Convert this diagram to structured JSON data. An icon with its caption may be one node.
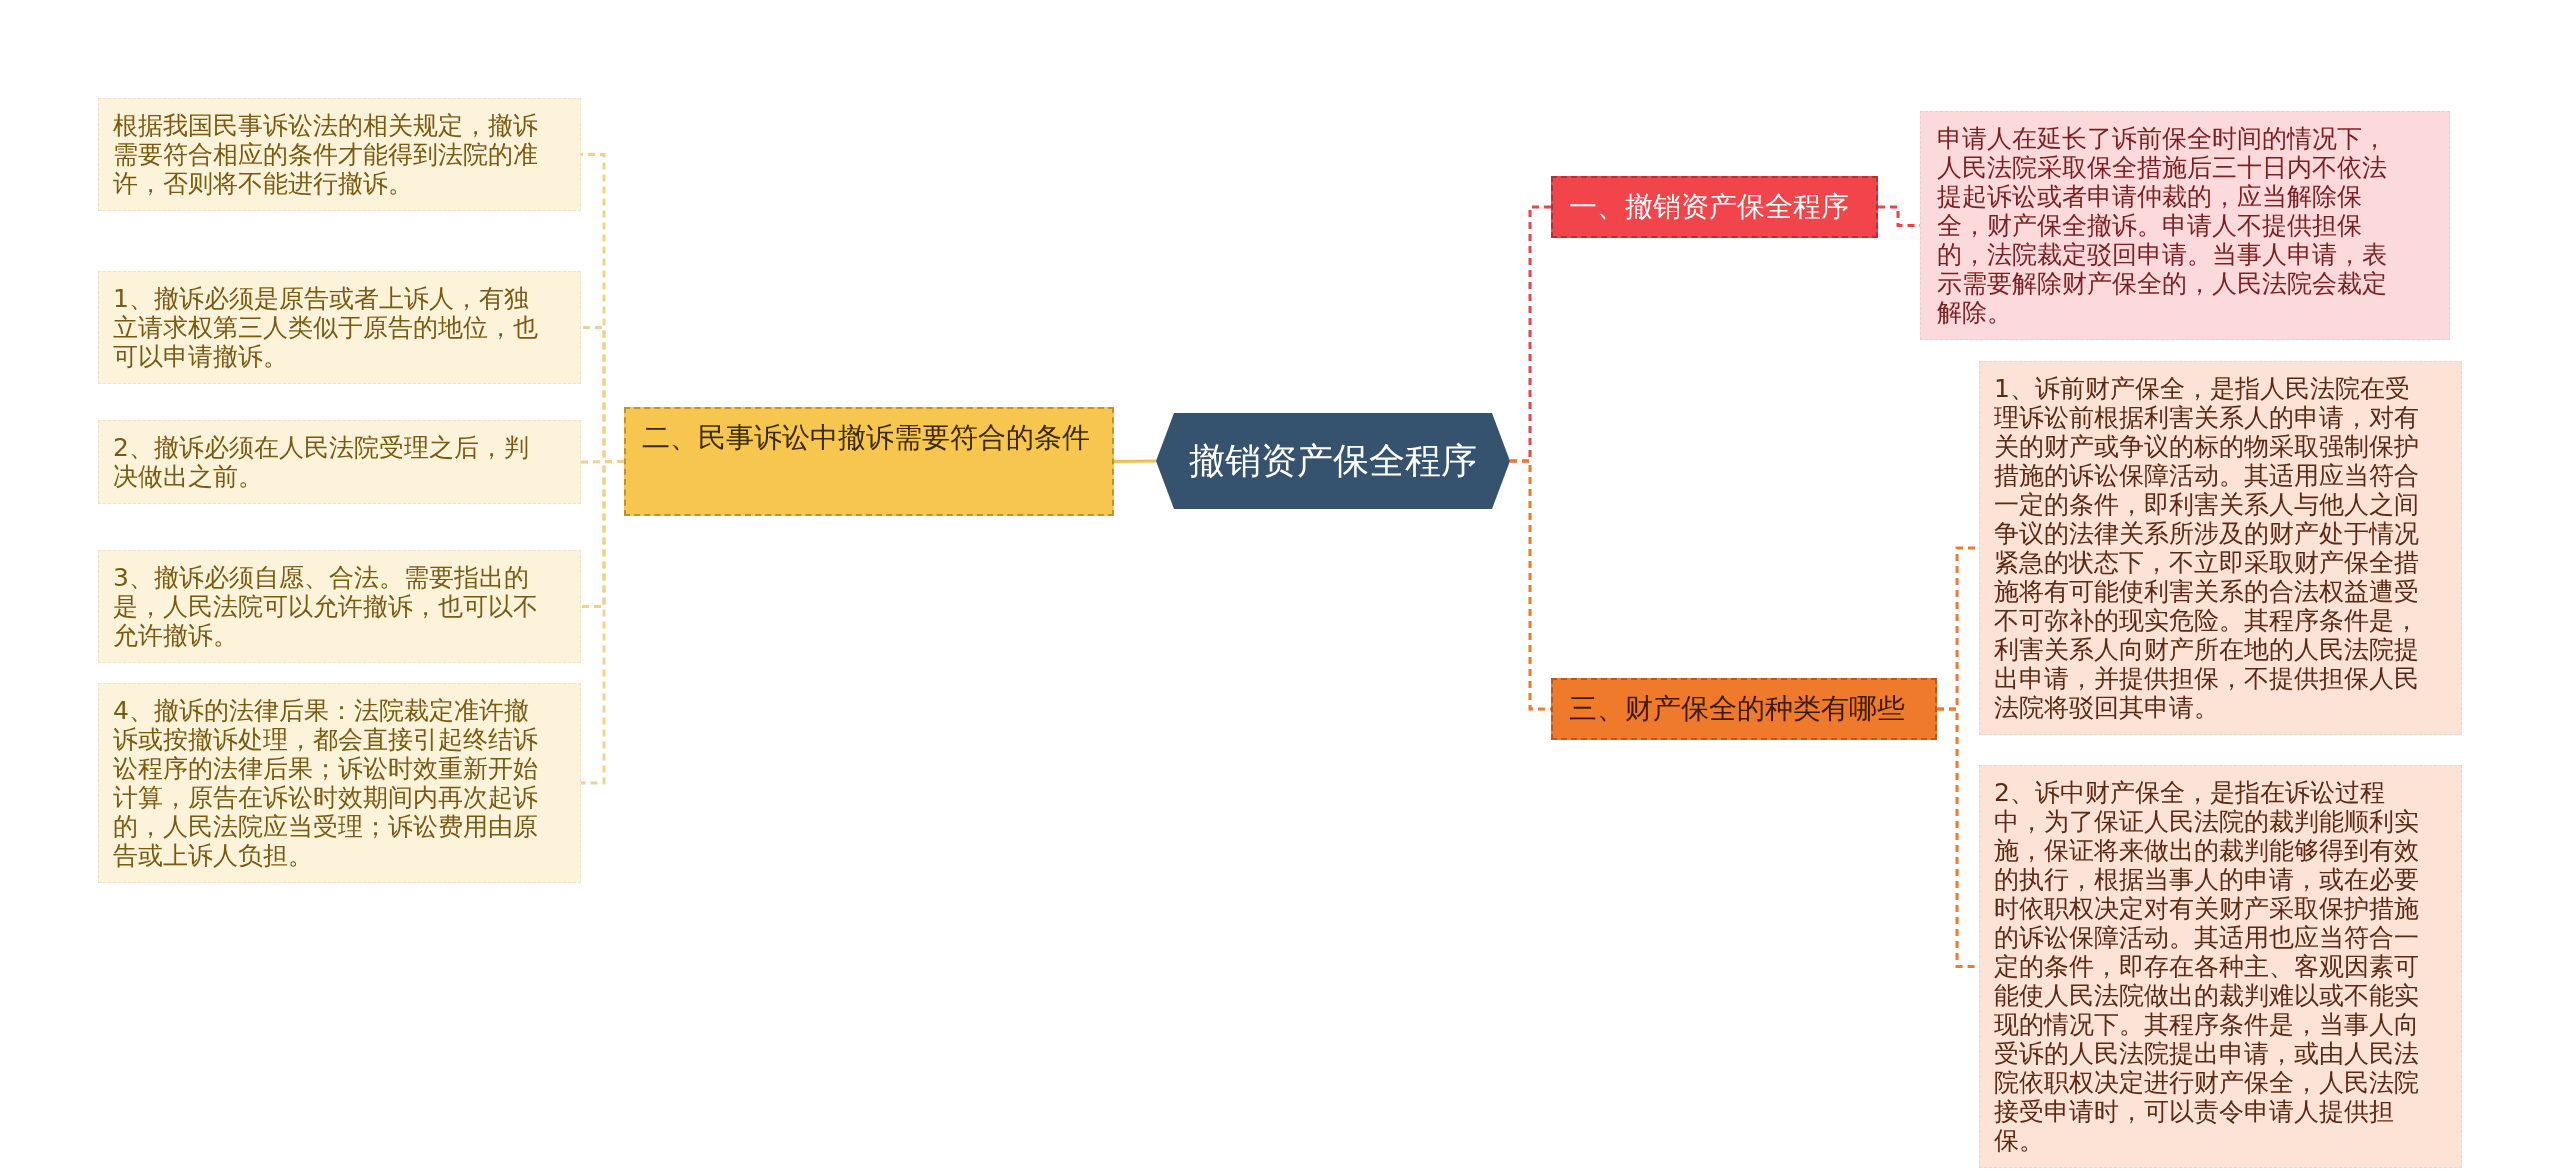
{
  "diagram": {
    "nodes": [
      {
        "text": [
          "撤销资产保全程序"
        ]
      },
      {
        "text": [
          "二、民事诉讼中撤诉需要符合的条件"
        ]
      },
      {
        "text": [
          "根据我国民事诉讼法的相关规定，撤诉需要符合相应的条件才能得到法院的准许，否则将不能进行撤诉。"
        ]
      },
      {
        "text": [
          "1、撤诉必须是原告或者上诉人，有独立请求权第三人类似于原告的地位，也可以申请撤诉。"
        ]
      },
      {
        "text": [
          "2、撤诉必须在人民法院受理之后，判决做出之前。"
        ]
      },
      {
        "text": [
          "3、撤诉必须自愿、合法。需要指出的是，人民法院可以允许撤诉，也可以不允许撤诉。"
        ]
      },
      {
        "text": [
          "4、撤诉的法律后果：法院裁定准许撤诉或按撤诉处理，都会直接引起终结诉讼程序的法律后果；诉讼时效重新开始计算，原告在诉讼时效期间内再次起诉的，人民法院应当受理；诉讼费用由原告或上诉人负担。"
        ]
      },
      {
        "text": [
          "一、撤销资产保全程序"
        ]
      },
      {
        "text": [
          "申请人在延长了诉前保全时间的情况下，人民法院采取保全措施后三十日内不依法提起诉讼或者申请仲裁的，应当解除保全，财产保全撤诉。申请人不提供担保的，法院裁定驳回申请。当事人申请，表示需要解除财产保全的，人民法院会裁定解除。"
        ]
      },
      {
        "text": [
          "三、财产保全的种类有哪些"
        ]
      },
      {
        "text": [
          "1、诉前财产保全，是指人民法院在受理诉讼前根据利害关系人的申请，对有关的财产或争议的标的物采取强制保护措施的诉讼保障活动。其适用应当符合一定的条件，即利害关系人与他人之间争议的法律关系所涉及的财产处于情况紧急的状态下，不立即采取财产保全措施将有可能使利害关系的合法权益遭受不可弥补的现实危险。其程序条件是，利害关系人向财产所在地的人民法院提出申请，并提供担保，不提供担保人民法院将驳回其申请。"
        ]
      },
      {
        "text": [
          "2、诉中财产保全，是指在诉讼过程中，为了保证人民法院的裁判能顺利实施，保证将来做出的裁判能够得到有效的执行，根据当事人的申请，或在必要时依职权决定对有关财产采取保护措施的诉讼保障活动。其适用也应当符合一定的条件，即存在各种主、客观因素可能使人民法院做出的裁判难以或不能实现的情况下。其程序条件是，当事人向受诉的人民法院提出申请，或由人民法院依职权决定进行财产保全，人民法院接受申请时，可以责令申请人提供担保。"
        ]
      }
    ],
    "edges": [
      {
        "from": 0,
        "to": 1,
        "arrow": "none",
        "color": "#f2c04e"
      },
      {
        "from": 1,
        "to": 2,
        "arrow": "none",
        "style": "dashed"
      },
      {
        "from": 1,
        "to": 3,
        "arrow": "none",
        "style": "dashed"
      },
      {
        "from": 1,
        "to": 4,
        "arrow": "none",
        "style": "dashed"
      },
      {
        "from": 1,
        "to": 5,
        "arrow": "none",
        "style": "dashed"
      },
      {
        "from": 1,
        "to": 6,
        "arrow": "none",
        "style": "dashed"
      },
      {
        "from": 0,
        "to": 7,
        "arrow": "none",
        "style": "dashed",
        "color": "#e5474d"
      },
      {
        "from": 7,
        "to": 8,
        "arrow": "none",
        "style": "dashed",
        "color": "#e5474d"
      },
      {
        "from": 0,
        "to": 9,
        "arrow": "none",
        "style": "dashed",
        "color": "#ee7a32"
      },
      {
        "from": 9,
        "to": 10,
        "arrow": "none",
        "style": "dashed",
        "color": "#ee7a32"
      },
      {
        "from": 9,
        "to": 11,
        "arrow": "none",
        "style": "dashed",
        "color": "#ee7a32"
      }
    ]
  }
}
